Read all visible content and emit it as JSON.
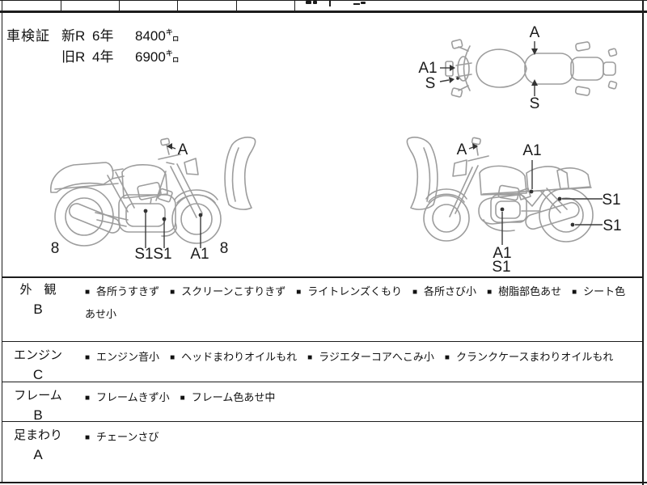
{
  "colors": {
    "border": "#1c1c1c",
    "sketch": "#9d9d9d",
    "text": "#111111"
  },
  "inspection": {
    "label": "車検証",
    "rows": [
      {
        "era": "新R",
        "years": "6年",
        "mileage": "8400㌔"
      },
      {
        "era": "旧R",
        "years": "4年",
        "mileage": "6900㌔"
      }
    ]
  },
  "diagram_marks": {
    "a": "A",
    "a1": "A1",
    "s": "S",
    "s1": "S1",
    "eight": "8"
  },
  "condition": {
    "bullet": "■",
    "rows": [
      {
        "category": "外　観",
        "grade": "B",
        "items": [
          "各所うすきず",
          "スクリーンこすりきず",
          "ライトレンズくもり",
          "各所さび小",
          "樹脂部色あせ",
          "シート色あせ小"
        ]
      },
      {
        "category": "エンジン",
        "grade": "C",
        "items": [
          "エンジン音小",
          "ヘッドまわりオイルもれ",
          "ラジエターコアへこみ小",
          "クランクケースまわりオイルもれ"
        ]
      },
      {
        "category": "フレーム",
        "grade": "B",
        "items": [
          "フレームきず小",
          "フレーム色あせ中"
        ]
      },
      {
        "category": "足まわり",
        "grade": "A",
        "items": [
          "チェーンさび"
        ]
      }
    ]
  }
}
